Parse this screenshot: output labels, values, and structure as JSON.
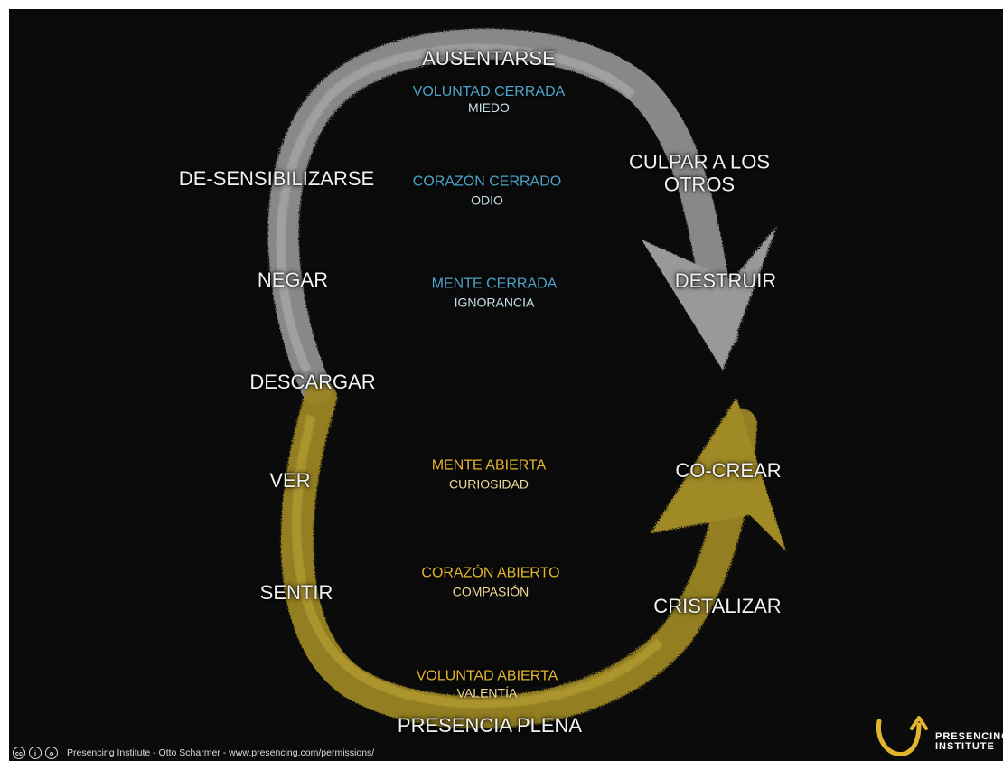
{
  "stages": {
    "ausentarse": "AUSENTARSE",
    "desensibilizarse": "DE-SENSIBILIZARSE",
    "culpar_line1": "CULPAR A LOS",
    "culpar_line2": "OTROS",
    "negar": "NEGAR",
    "destruir": "DESTRUIR",
    "descargar": "DESCARGAR",
    "ver": "VER",
    "cocrear": "CO-CREAR",
    "sentir": "SENTIR",
    "cristalizar": "CRISTALIZAR",
    "presencia": "PRESENCIA PLENA"
  },
  "closed_states": {
    "voluntad": {
      "title": "VOLUNTAD CERRADA",
      "sub": "MIEDO"
    },
    "corazon": {
      "title": "CORAZÓN CERRADO",
      "sub": "ODIO"
    },
    "mente": {
      "title": "MENTE CERRADA",
      "sub": "IGNORANCIA"
    }
  },
  "open_states": {
    "mente": {
      "title": "MENTE ABIERTA",
      "sub": "CURIOSIDAD"
    },
    "corazon": {
      "title": "CORAZÓN ABIERTO",
      "sub": "COMPASIÓN"
    },
    "voluntad": {
      "title": "VOLUNTAD ABIERTA",
      "sub": "VALENTÍA"
    }
  },
  "footer": {
    "credit": "Presencing Institute - Otto Scharmer - www.presencing.com/permissions/"
  },
  "logo": {
    "line1": "PRESENCING",
    "line2": "INSTITUTE"
  },
  "colors": {
    "background": "#0b0b0b",
    "closed_arc": "#9a9a9a",
    "open_arc": "#a08a25",
    "closed_title": "#4ea3c9",
    "closed_sub": "#c9e2ee",
    "open_title": "#e3b52f",
    "open_sub": "#f2dc9a",
    "stage_text": "#f2f2f2"
  },
  "icons": {
    "license": [
      "cc-icon",
      "attribution-icon",
      "share-alike-icon"
    ],
    "logo": "presencing-arrow-icon"
  }
}
